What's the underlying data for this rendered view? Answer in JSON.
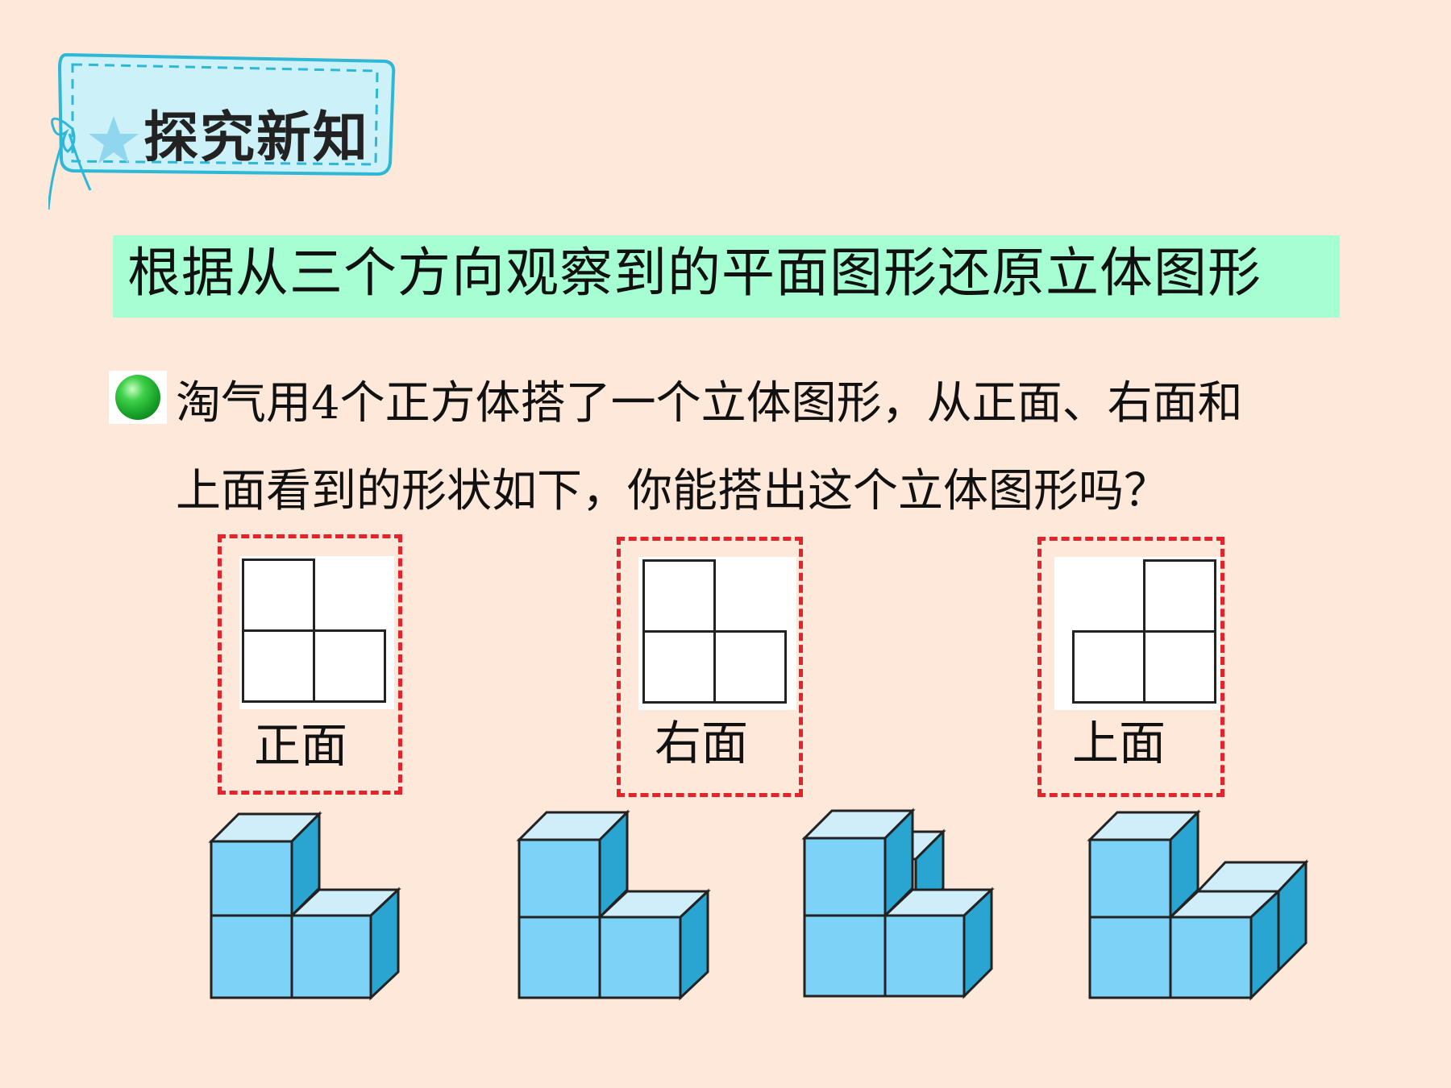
{
  "header_badge": {
    "title": "探究新知",
    "icon": "star-icon",
    "colors": {
      "border": "#2fb7d6",
      "fill": "#cdf1f9",
      "star": "#8fd6ee"
    }
  },
  "banner": {
    "text": "根据从三个方向观察到的平面图形还原立体图形",
    "background": "#a6ffd2"
  },
  "question": {
    "bullet_icon": "green-dot-icon",
    "line1": "淘气用4个正方体搭了一个立体图形，从正面、右面和",
    "line2": "上面看到的形状如下，你能搭出这个立体图形吗？"
  },
  "views": [
    {
      "label": "正面"
    },
    {
      "label": "右面"
    },
    {
      "label": "上面"
    }
  ],
  "cube_models": {
    "count": 4,
    "colors": {
      "front": "#7dd3f7",
      "top": "#cfeefa",
      "side": "#2aa5d2",
      "edge": "#222222"
    }
  },
  "accent_color": "#e3242b"
}
